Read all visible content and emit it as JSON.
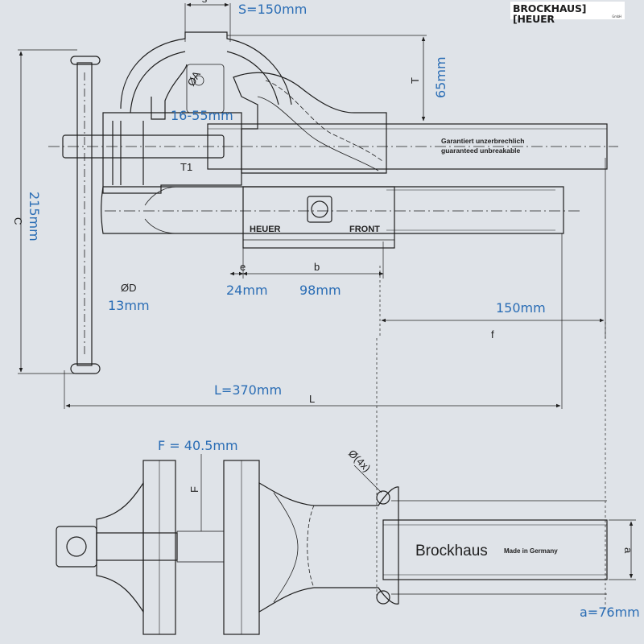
{
  "brand": {
    "logo_text": "BROCKHAUS][HEUER",
    "logo_sub": "GmbH",
    "body_brand": "Brockhaus",
    "made_in": "Made in Germany",
    "jaw_left": "HEUER",
    "jaw_right": "FRONT",
    "spindle_line1": "Garantiert unzerbrechlich",
    "spindle_line2": "guaranteed unbreakable"
  },
  "symbols": {
    "s": "s",
    "a_dia": "ØA",
    "t1": "T1",
    "t": "T",
    "c": "C",
    "d_dia": "ØD",
    "e": "e",
    "b": "b",
    "f": "f",
    "l": "L",
    "f_cap": "F",
    "a": "a",
    "d_hole": "Ø(4x)"
  },
  "dimensions": {
    "s": "S=150mm",
    "t": "65mm",
    "a_range": "16-55mm",
    "c": "215mm",
    "d": "13mm",
    "e": "24mm",
    "b": "98mm",
    "f": "150mm",
    "l": "L=370mm",
    "f_cap": "F = 40.5mm",
    "a": "a=76mm"
  },
  "colors": {
    "background": "#dfe3e8",
    "line": "#1f1f1f",
    "dimension_text": "#2a6db5"
  }
}
